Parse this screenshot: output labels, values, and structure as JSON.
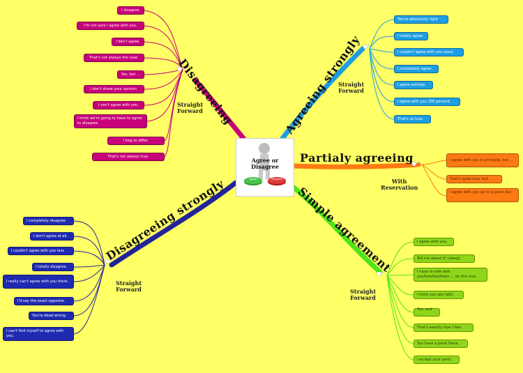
{
  "center": {
    "line1": "Agree or",
    "line2": "Disagree",
    "btn_agree": "Agree",
    "btn_disagree": "Disagree"
  },
  "colors": {
    "disagreeing": "#c8007a",
    "agreeing_strongly": "#1e9ee2",
    "partially": "#ff7a14",
    "simple": "#4ee51a",
    "disagreeing_strongly": "#22239a"
  },
  "branches": {
    "disagreeing": {
      "label": "Disagreeing",
      "sub1": "Straight",
      "sub2": "Forward",
      "items": [
        "I disagree.",
        "I'm not sure I agree with you.",
        "I don't agree.",
        "That's not always the case.",
        "Yes, but ...",
        "I don't share your opinion.",
        "I can't agree with you.",
        "I think we're going to have to agree to disagree.",
        "I beg to differ.",
        "That's not always true."
      ]
    },
    "agreeing_strongly": {
      "label": "Agreeing strongly",
      "sub1": "Straight",
      "sub2": "Forward",
      "items": [
        "You're absolutely right",
        "I totally agree.",
        "I couldn't agree with you more.",
        "I completely agree.",
        "I agree entirely.",
        "I agree with you 100 percent.",
        "That's so true."
      ]
    },
    "partially": {
      "label": "Partialy agreeing",
      "sub1": "With",
      "sub2": "Reservation",
      "items": [
        "I agree with you in principle, but ...",
        "That's quite true, but ...",
        "I agree with you up to a point, but ..."
      ]
    },
    "simple": {
      "label": "Simple agreement",
      "sub1": "Straight",
      "sub2": "Forward",
      "items": [
        "I agree with you.",
        "Tell me about it! (slang)",
        "I have to side with you/him/her/them ... on this one.",
        "I think you are right.",
        "Yes, and ...",
        "That's exactly how I feel.",
        "You have a point there.",
        "I accept your point."
      ]
    },
    "disagreeing_strongly": {
      "label": "Disagreeing strongly",
      "sub1": "Straight",
      "sub2": "Forward",
      "items": [
        "I completely disagree",
        "I don't agree at all.",
        "I couldn't agree with you less",
        "I totally disagree.",
        "I really can't agree with you there.",
        "I'd say the exact opposite.",
        "You're dead wrong.",
        "I can't find myself to agree with you."
      ]
    }
  }
}
